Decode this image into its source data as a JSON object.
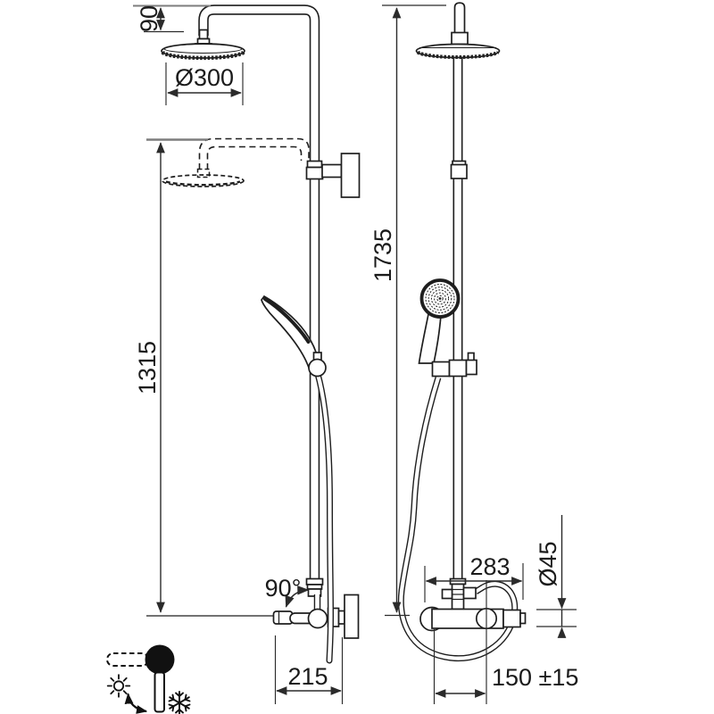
{
  "drawing": {
    "type": "shower-column-dimensional-drawing",
    "dimensions": {
      "head_offset": "90",
      "head_diameter": "Ø300",
      "height_to_head": "1315",
      "total_height": "1735",
      "swivel_angle": "90°",
      "spout_depth": "215",
      "column_depth": "283",
      "body_diameter": "Ø45",
      "connection_spacing": "150 ±15"
    },
    "colors": {
      "line": "#1e1e1e",
      "dimension": "#2b2b2b",
      "reference": "#7d7d7d",
      "background": "#ffffff",
      "knob_fill": "#111111"
    },
    "legend": {
      "hot_symbol": "sun",
      "cold_symbol": "snowflake",
      "action": "rotate-lever"
    }
  }
}
